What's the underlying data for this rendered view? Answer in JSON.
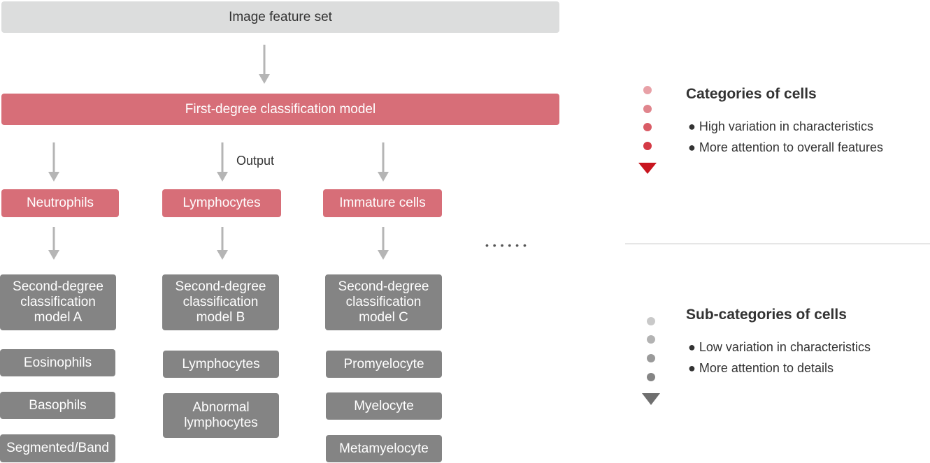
{
  "feature_set": "Image feature set",
  "first_model": "First-degree classification model",
  "output_label": "Output",
  "categories": [
    {
      "name": "Neutrophils",
      "model": "Second-degree\nclassification\nmodel A",
      "subs": [
        "Eosinophils",
        "Basophils",
        "Segmented/Band"
      ]
    },
    {
      "name": "Lymphocytes",
      "model": "Second-degree\nclassification\nmodel B",
      "subs": [
        "Lymphocytes",
        "Abnormal\nlymphocytes"
      ]
    },
    {
      "name": "Immature cells",
      "model": "Second-degree\nclassification\nmodel C",
      "subs": [
        "Promyelocyte",
        "Myelocyte",
        "Metamyelocyte"
      ]
    }
  ],
  "ellipsis": "• • • • • •",
  "legend": {
    "top": {
      "title": "Categories of cells",
      "points": [
        "● High variation in characteristics",
        "● More attention to overall features"
      ]
    },
    "bottom": {
      "title": "Sub-categories of cells",
      "points": [
        "● Low variation in characteristics",
        "● More attention to details"
      ]
    }
  },
  "colors": {
    "red_box": "#d76e78",
    "grey_box": "#848484",
    "top_box": "#dcdddd",
    "arrow": "#b5b5b5"
  }
}
